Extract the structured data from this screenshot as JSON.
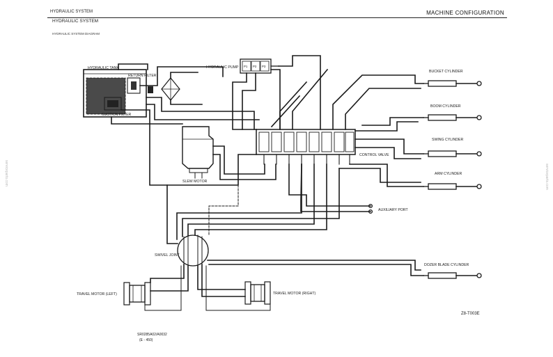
{
  "header": {
    "section_small": "HYDRAULIC SYSTEM",
    "chapter": "MACHINE CONFIGURATION",
    "section": "HYDRAULIC SYSTEM",
    "subsection": "HYDRAULIC SYSTEM DIAGRAM"
  },
  "labels": {
    "hydraulic_tank": "HYDRAULIC TANK",
    "return_filter": "RETURN FILTER",
    "suction_filter": "SUCTION FILTER",
    "hydraulic_pump": "HYDRAULIC PUMP",
    "pump_p1": "P1",
    "pump_p2": "P2",
    "pump_p3": "P3",
    "bucket_cylinder": "BUCKET CYLINDER",
    "boom_cylinder": "BOOM CYLINDER",
    "swing_cylinder": "SWING CYLINDER",
    "arm_cylinder": "ARM CYLINDER",
    "control_valve": "CONTROL VALVE",
    "slew_motor": "SLEW MOTOR",
    "auxiliary_port": "AUXILIARY PORT",
    "swivel_joint": "SWIVEL JOINT",
    "dozer_blade_cylinder": "DOZER BLADE CYLINDER",
    "travel_motor_left": "TRAVEL MOTOR (LEFT)",
    "travel_motor_right": "TRAVEL MOTOR (RIGHT)"
  },
  "figure_code": "Z8-T003E",
  "footer": {
    "line1": "SR0285A02/A0032",
    "line2": "(E - 450)"
  },
  "watermark": "serviceparts.com",
  "colors": {
    "line": "#1a1a1a",
    "paper": "#ffffff"
  }
}
